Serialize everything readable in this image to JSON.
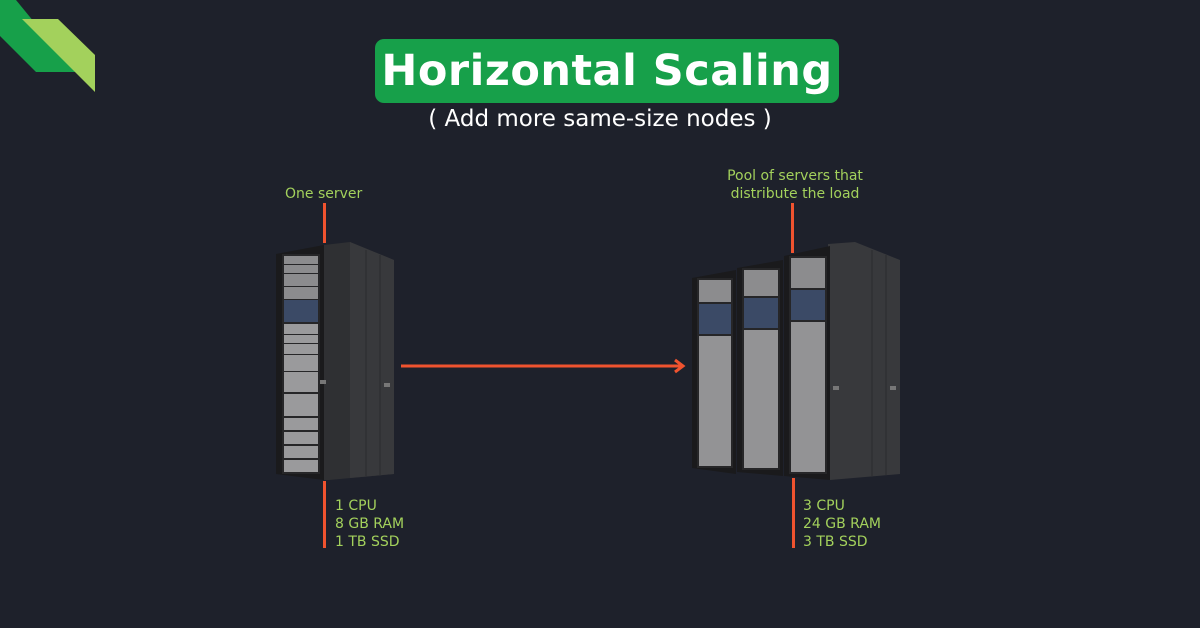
{
  "title": "Horizontal Scaling",
  "subtitle": "( Add more same-size nodes )",
  "colors": {
    "background": "#1e212b",
    "title_bg": "#17a04a",
    "accent_green": "#a3d15c",
    "logo_dark_green": "#17a04a",
    "logo_light_green": "#a3d15c",
    "connector_red": "#f0532f"
  },
  "left": {
    "label": "One server",
    "specs": [
      "1 CPU",
      "8 GB RAM",
      "1 TB SSD"
    ],
    "rack_count": 1
  },
  "right": {
    "label_line1": "Pool of servers that",
    "label_line2": "distribute the load",
    "specs": [
      "3 CPU",
      "24 GB RAM",
      "3 TB SSD"
    ],
    "rack_count": 3
  },
  "arrow": {
    "direction": "right",
    "icon": "arrow-right-icon"
  }
}
